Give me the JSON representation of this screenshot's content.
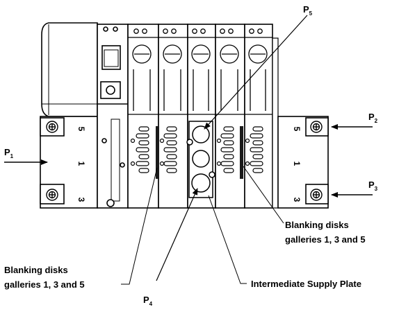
{
  "diagram": {
    "pressure_labels": {
      "p1": {
        "main": "P",
        "sub": "1"
      },
      "p2": {
        "main": "P",
        "sub": "2"
      },
      "p3": {
        "main": "P",
        "sub": "3"
      },
      "p4": {
        "main": "P",
        "sub": "4"
      },
      "p5": {
        "main": "P",
        "sub": "5"
      }
    },
    "port_numbers": {
      "left": [
        "5",
        "1",
        "3"
      ],
      "right": [
        "5",
        "1",
        "3"
      ]
    },
    "callouts": {
      "blanking_right_line1": "Blanking disks",
      "blanking_right_line2": "galleries 1, 3 and 5",
      "blanking_left_line1": "Blanking disks",
      "blanking_left_line2": "galleries 1, 3 and 5",
      "intermediate_supply_plate": "Intermediate Supply Plate"
    },
    "colors": {
      "line": "#000000",
      "background": "#ffffff",
      "module_fill": "#ffffff",
      "dark_disk": "#1a1a1a"
    }
  }
}
